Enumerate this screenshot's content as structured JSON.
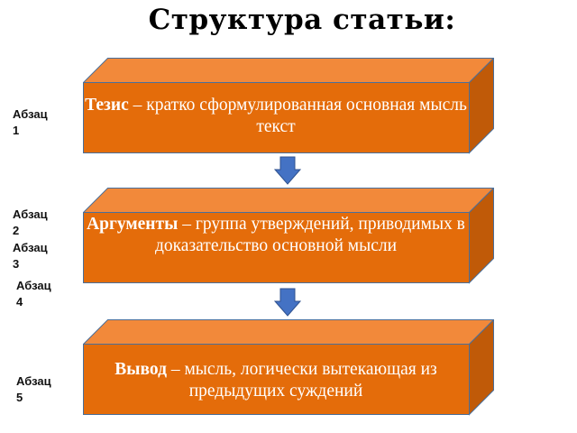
{
  "title": "Структура статьи:",
  "side_labels": [
    {
      "word": "Абзац",
      "num": "1"
    },
    {
      "word": "Абзац",
      "num": "2"
    },
    {
      "word": "Абзац",
      "num": "3"
    },
    {
      "word": "Абзац",
      "num": "4"
    },
    {
      "word": "Абзац",
      "num": "5"
    }
  ],
  "boxes": [
    {
      "term": "Тезис",
      "text": " – кратко сформулированная основная мысль текст"
    },
    {
      "term": "Аргументы",
      "text": " – группа утверждений, приводимых в доказательство основной мысли"
    },
    {
      "term": "Вывод",
      "text": " – мысль, логически вытекающая из предыдущих суждений"
    }
  ],
  "colors": {
    "front": "#e46c0a",
    "top": "#f2893a",
    "side": "#c05a08",
    "border": "#4a6f9a",
    "arrow": "#4472c4",
    "arrow_border": "#2f528f"
  }
}
